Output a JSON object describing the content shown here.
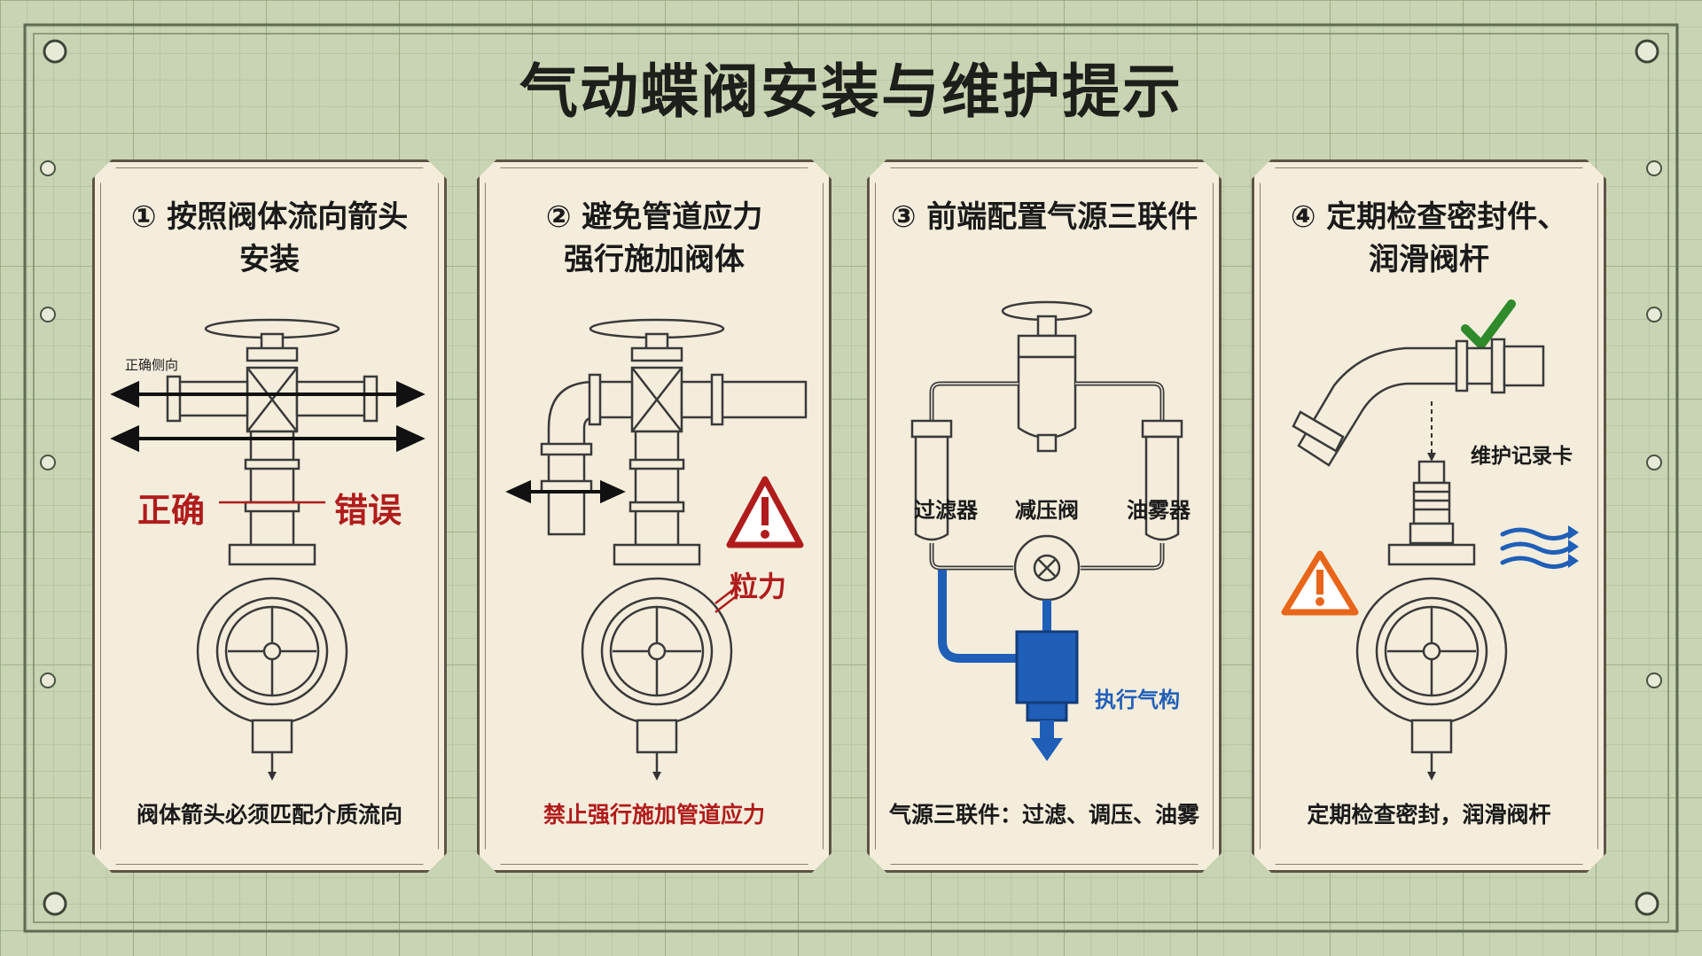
{
  "title": "气动蝶阀安装与维护提示",
  "colors": {
    "background": "#c9d4b4",
    "panel": "#f4eddc",
    "red": "#b01c1c",
    "blue": "#1f5fb8",
    "orange": "#e8661a",
    "green": "#2e8a2a"
  },
  "panels": [
    {
      "heading_line1": "① 按照阀体流向箭头",
      "heading_line2": "安装",
      "caption": "阀体箭头必须匹配介质流向",
      "flow_label": "正确侧向",
      "correct_label": "正确",
      "wrong_label": "错误"
    },
    {
      "heading_line1": "② 避免管道应力",
      "heading_line2": "强行施加阀体",
      "caption": "禁止强行施加管道应力",
      "force_label": "粒力",
      "icon": "warning-icon"
    },
    {
      "heading_line1": "③ 前端配置气源三联件",
      "caption": "气源三联件：过滤、调压、油雾",
      "filter_label": "过滤器",
      "regulator_label": "减压阀",
      "lubricator_label": "油雾器",
      "actuator_label": "执行气构"
    },
    {
      "heading_line1": "④ 定期检查密封件、",
      "heading_line2": "润滑阀杆",
      "caption": "定期检查密封，润滑阀杆",
      "record_label": "维护记录卡",
      "icons": [
        "check-icon",
        "warning-icon",
        "airflow-icon"
      ]
    }
  ]
}
